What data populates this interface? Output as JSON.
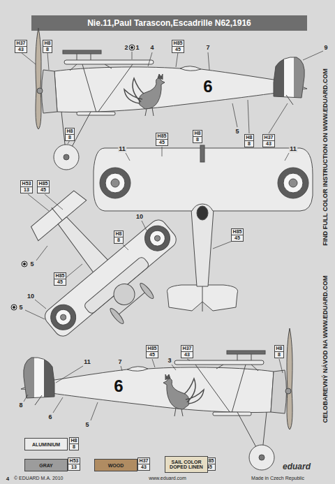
{
  "diagram": {
    "title": "Nie.11,Paul Tarascon,Escadrille N62,1916",
    "nodes": [
      {
        "text": [
          "H37",
          "43"
        ]
      },
      {
        "text": [
          "H8",
          "8"
        ]
      },
      {
        "text": [
          "H85",
          "45"
        ]
      },
      {
        "text": [
          "H8",
          "8"
        ]
      },
      {
        "text": [
          "H8",
          "8"
        ]
      },
      {
        "text": [
          "H37",
          "43"
        ]
      },
      {
        "text": [
          "H85",
          "45"
        ]
      },
      {
        "text": [
          "H8",
          "8"
        ]
      },
      {
        "text": [
          "H53",
          "13"
        ]
      },
      {
        "text": [
          "H85",
          "45"
        ]
      },
      {
        "text": [
          "H85",
          "45"
        ]
      },
      {
        "text": [
          "H8",
          "8"
        ]
      },
      {
        "text": [
          "H85",
          "45"
        ]
      },
      {
        "text": [
          "H85",
          "45"
        ]
      },
      {
        "text": [
          "H37",
          "43"
        ]
      },
      {
        "text": [
          "H8",
          "8"
        ]
      },
      {
        "text": [
          "H8",
          "8"
        ]
      },
      {
        "text": [
          "H53",
          "13"
        ]
      },
      {
        "text": [
          "H37",
          "43"
        ]
      },
      {
        "text": [
          "H85",
          "45"
        ]
      }
    ],
    "labels": [
      "2",
      "1",
      "4",
      "7",
      "9",
      "6",
      "5",
      "11",
      "11",
      "10",
      "5",
      "10",
      "5",
      "11",
      "7",
      "3",
      "6",
      "8",
      "6",
      "5",
      "FIND FULL COLOR INSTRUCTION ON WWW.EDUARD.COM",
      "CELOBAREVNÝ NÁVOD NA WWW.EDUARD.COM",
      "eduard",
      "4",
      "© EDUARD M.A. 2010",
      "www.eduard.com",
      "Made in Czech Republic"
    ],
    "legend": [
      {
        "text": "ALUMINIUM",
        "color": "#ececec"
      },
      {
        "text": "GRAY",
        "color": "#9c9c9c"
      },
      {
        "text": "WOOD",
        "color": "#b08c62"
      },
      {
        "text": "SAIL COLOR DOPED LINEN",
        "color": "#e6ddc4"
      }
    ]
  }
}
